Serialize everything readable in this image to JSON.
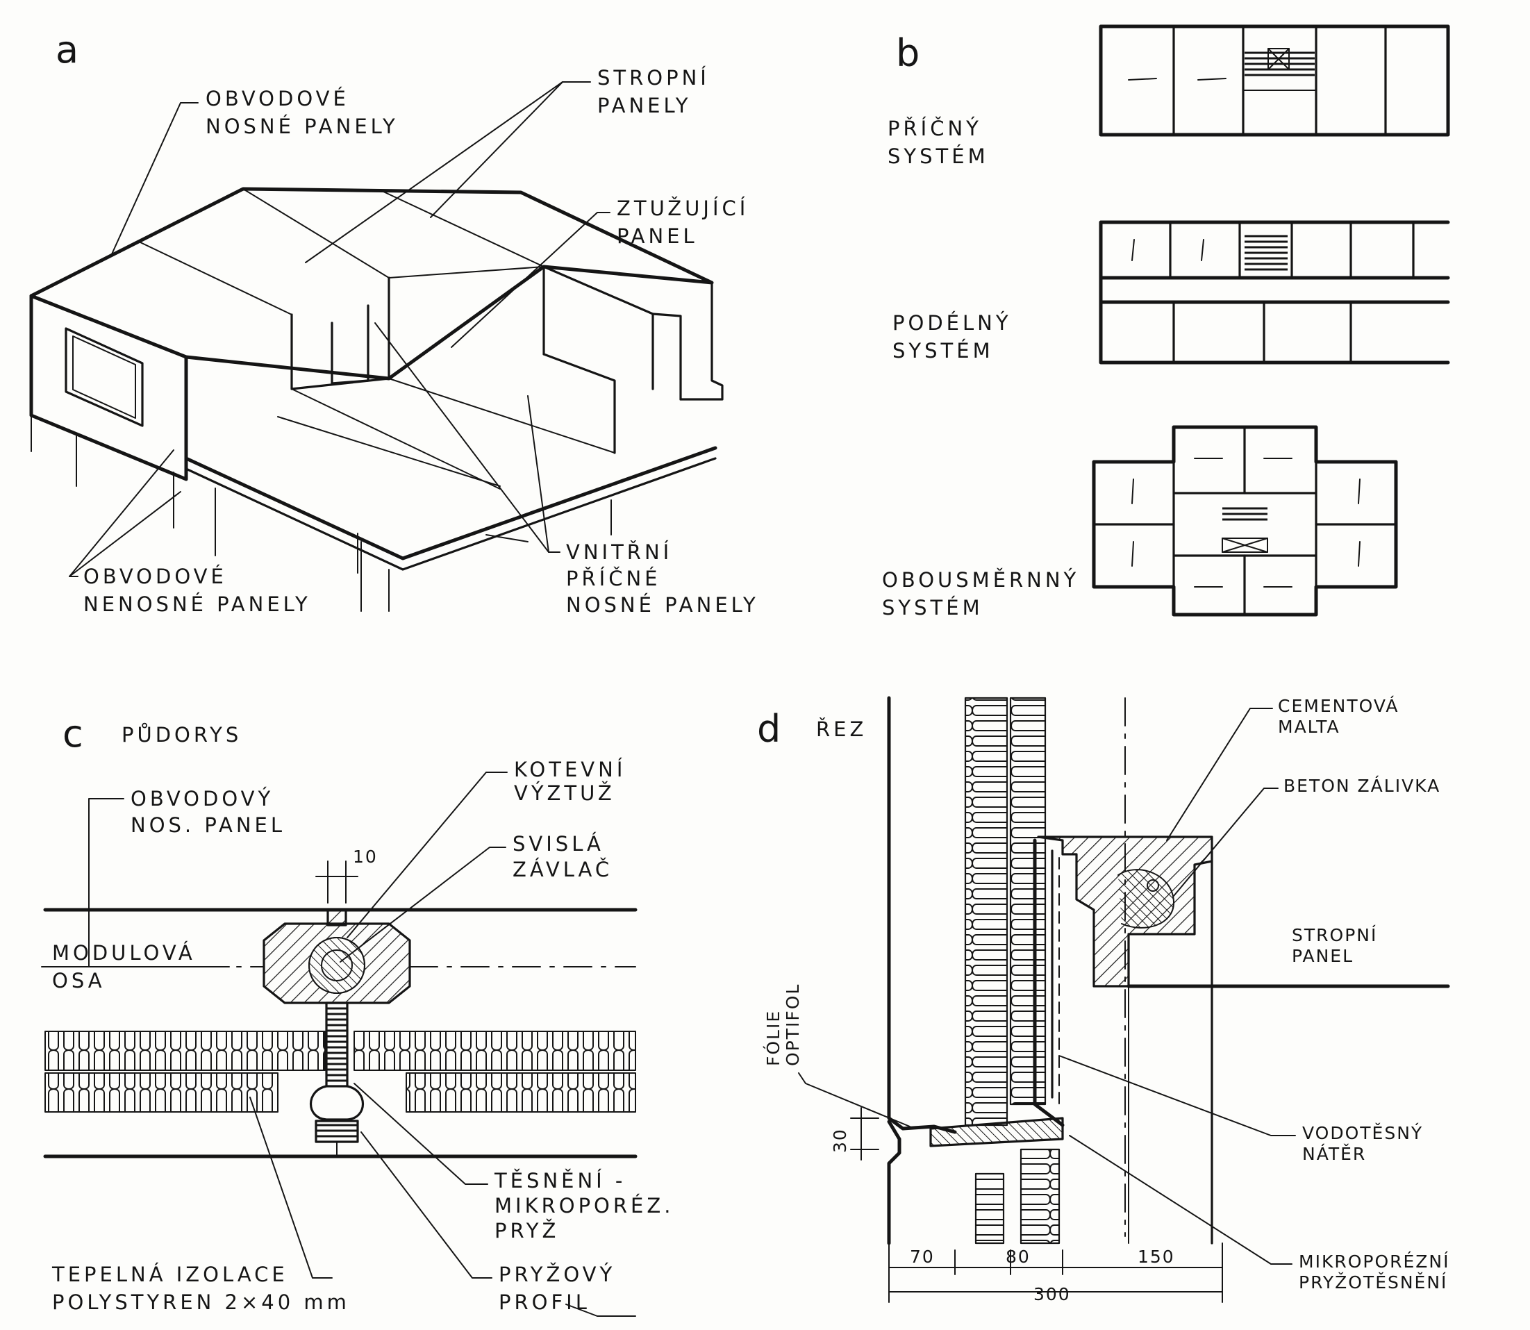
{
  "panel_a": {
    "letter": "a",
    "labels": {
      "obvodove_nosne_1": "OBVODOVÉ",
      "obvodove_nosne_2": "NOSNÉ PANELY",
      "stropni_1": "STROPNÍ",
      "stropni_2": "PANELY",
      "ztuzujici_1": "ZTUŽUJÍCÍ",
      "ztuzujici_2": "PANEL",
      "obvodove_nenosne_1": "OBVODOVÉ",
      "obvodove_nenosne_2": "NENOSNÉ PANELY",
      "vnitrni_1": "VNITŘNÍ",
      "vnitrni_2": "PŘÍČNÉ",
      "vnitrni_3": "NOSNÉ PANELY"
    }
  },
  "panel_b": {
    "letter": "b",
    "systems": [
      {
        "line1": "PŘÍČNÝ",
        "line2": "SYSTÉM"
      },
      {
        "line1": "PODÉLNÝ",
        "line2": "SYSTÉM"
      },
      {
        "line1": "OBOUSMĚRNNÝ",
        "line2": "SYSTÉM"
      }
    ]
  },
  "panel_c": {
    "letter": "c",
    "title": "PŮDORYS",
    "labels": {
      "obvodovy_1": "OBVODOVÝ",
      "obvodovy_2": "NOS. PANEL",
      "modulova_1": "MODULOVÁ",
      "modulova_2": "OSA",
      "kotevni_1": "KOTEVNÍ",
      "kotevni_2": "VÝZTUŽ",
      "svisla_1": "SVISLÁ",
      "svisla_2": "ZÁVLAČ",
      "tesneni_1": "TĚSNĚNÍ -",
      "tesneni_2": "MIKROPORÉZ.",
      "tesneni_3": "PRYŽ",
      "tepelna_1": "TEPELNÁ IZOLACE",
      "tepelna_2": "POLYSTYREN 2×40 mm",
      "pryzovy_1": "PRYŽOVÝ",
      "pryzovy_2": "PROFIL",
      "dim_10": "10"
    }
  },
  "panel_d": {
    "letter": "d",
    "title": "ŘEZ",
    "labels": {
      "cementova_1": "CEMENTOVÁ",
      "cementova_2": "MALTA",
      "beton": "BETON ZÁLIVKA",
      "stropni_1": "STROPNÍ",
      "stropni_2": "PANEL",
      "folie_1": "FÓLIE",
      "folie_2": "OPTIFOL",
      "vodotesny_1": "VODOTĚSNÝ",
      "vodotesny_2": "NÁTĚR",
      "mikroporezni_1": "MIKROPORÉZNÍ",
      "mikroporezni_2": "PRYŽOTĚSNĚNÍ",
      "dim_30": "30",
      "dim_70": "70",
      "dim_80": "80",
      "dim_150": "150",
      "dim_300": "300"
    }
  }
}
